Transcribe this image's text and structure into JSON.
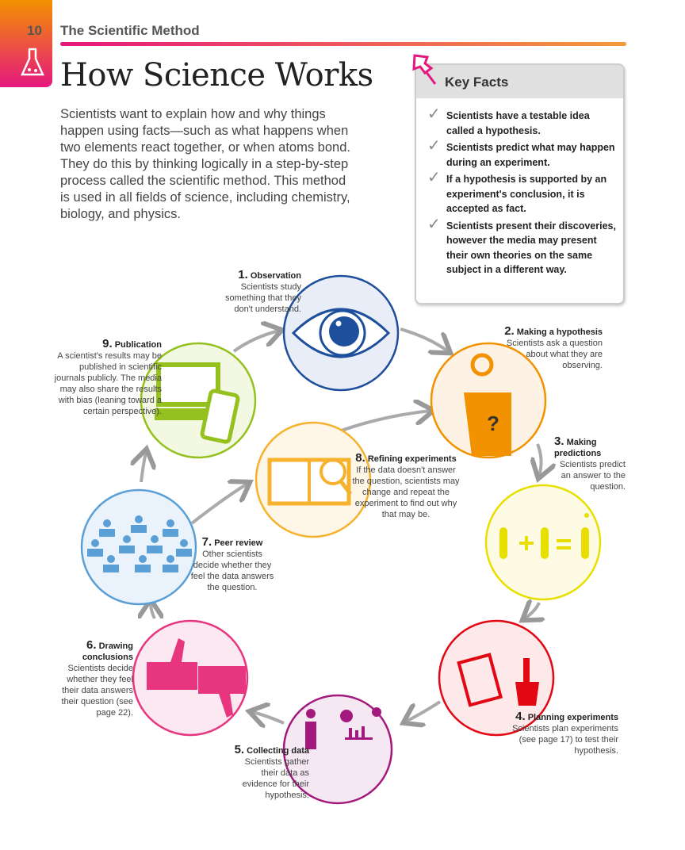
{
  "header": {
    "page_number": "10",
    "chapter": "The Scientific Method"
  },
  "title": "How Science Works",
  "intro": "Scientists want to explain how and why things happen using facts—such as what happens when two elements react together, or when atoms bond. They do this by thinking logically in a step-by-step process called the scientific method. This method is used in all fields of science, including chemistry, biology, and physics.",
  "key_facts": {
    "title": "Key Facts",
    "items": [
      "Scientists have a testable idea called a hypothesis.",
      "Scientists predict what may happen during an experiment.",
      "If a hypothesis is supported by an experiment's conclusion, it is accepted as fact.",
      "Scientists present their discoveries, however the media may present their own theories on the same subject in a different way."
    ]
  },
  "steps": [
    {
      "num": "1.",
      "title": "Observation",
      "text": "Scientists study something that they don't understand.",
      "color": "#1d4f9c"
    },
    {
      "num": "2.",
      "title": "Making a hypothesis",
      "text": "Scientists ask a question about what they are observing.",
      "color": "#f39200"
    },
    {
      "num": "3.",
      "title": "Making predictions",
      "text": "Scientists predict an answer to the question.",
      "color": "#e8df00"
    },
    {
      "num": "4.",
      "title": "Planning experiments",
      "text": "Scientists plan experiments (see page 17) to test their hypothesis.",
      "color": "#e30613"
    },
    {
      "num": "5.",
      "title": "Collecting data",
      "text": "Scientists gather their data as evidence for their hypothesis.",
      "color": "#a3197d"
    },
    {
      "num": "6.",
      "title": "Drawing conclusions",
      "text": "Scientists decide whether they feel their data answers their question (see page 22).",
      "color": "#e8357f"
    },
    {
      "num": "7.",
      "title": "Peer review",
      "text": "Other scientists decide whether they feel the data answers the question.",
      "color": "#5a9fd6"
    },
    {
      "num": "8.",
      "title": "Refining experiments",
      "text": "If the data doesn't answer the question, scientists may change and repeat the experiment to find out why that may be.",
      "color": "#f6b12d"
    },
    {
      "num": "9.",
      "title": "Publication",
      "text": "A scientist's results may be published in scientific journals publicly. The media may also share the results with bias (leaning toward a certain perspective).",
      "color": "#95c11f"
    }
  ],
  "hypothesis_mark": "?"
}
